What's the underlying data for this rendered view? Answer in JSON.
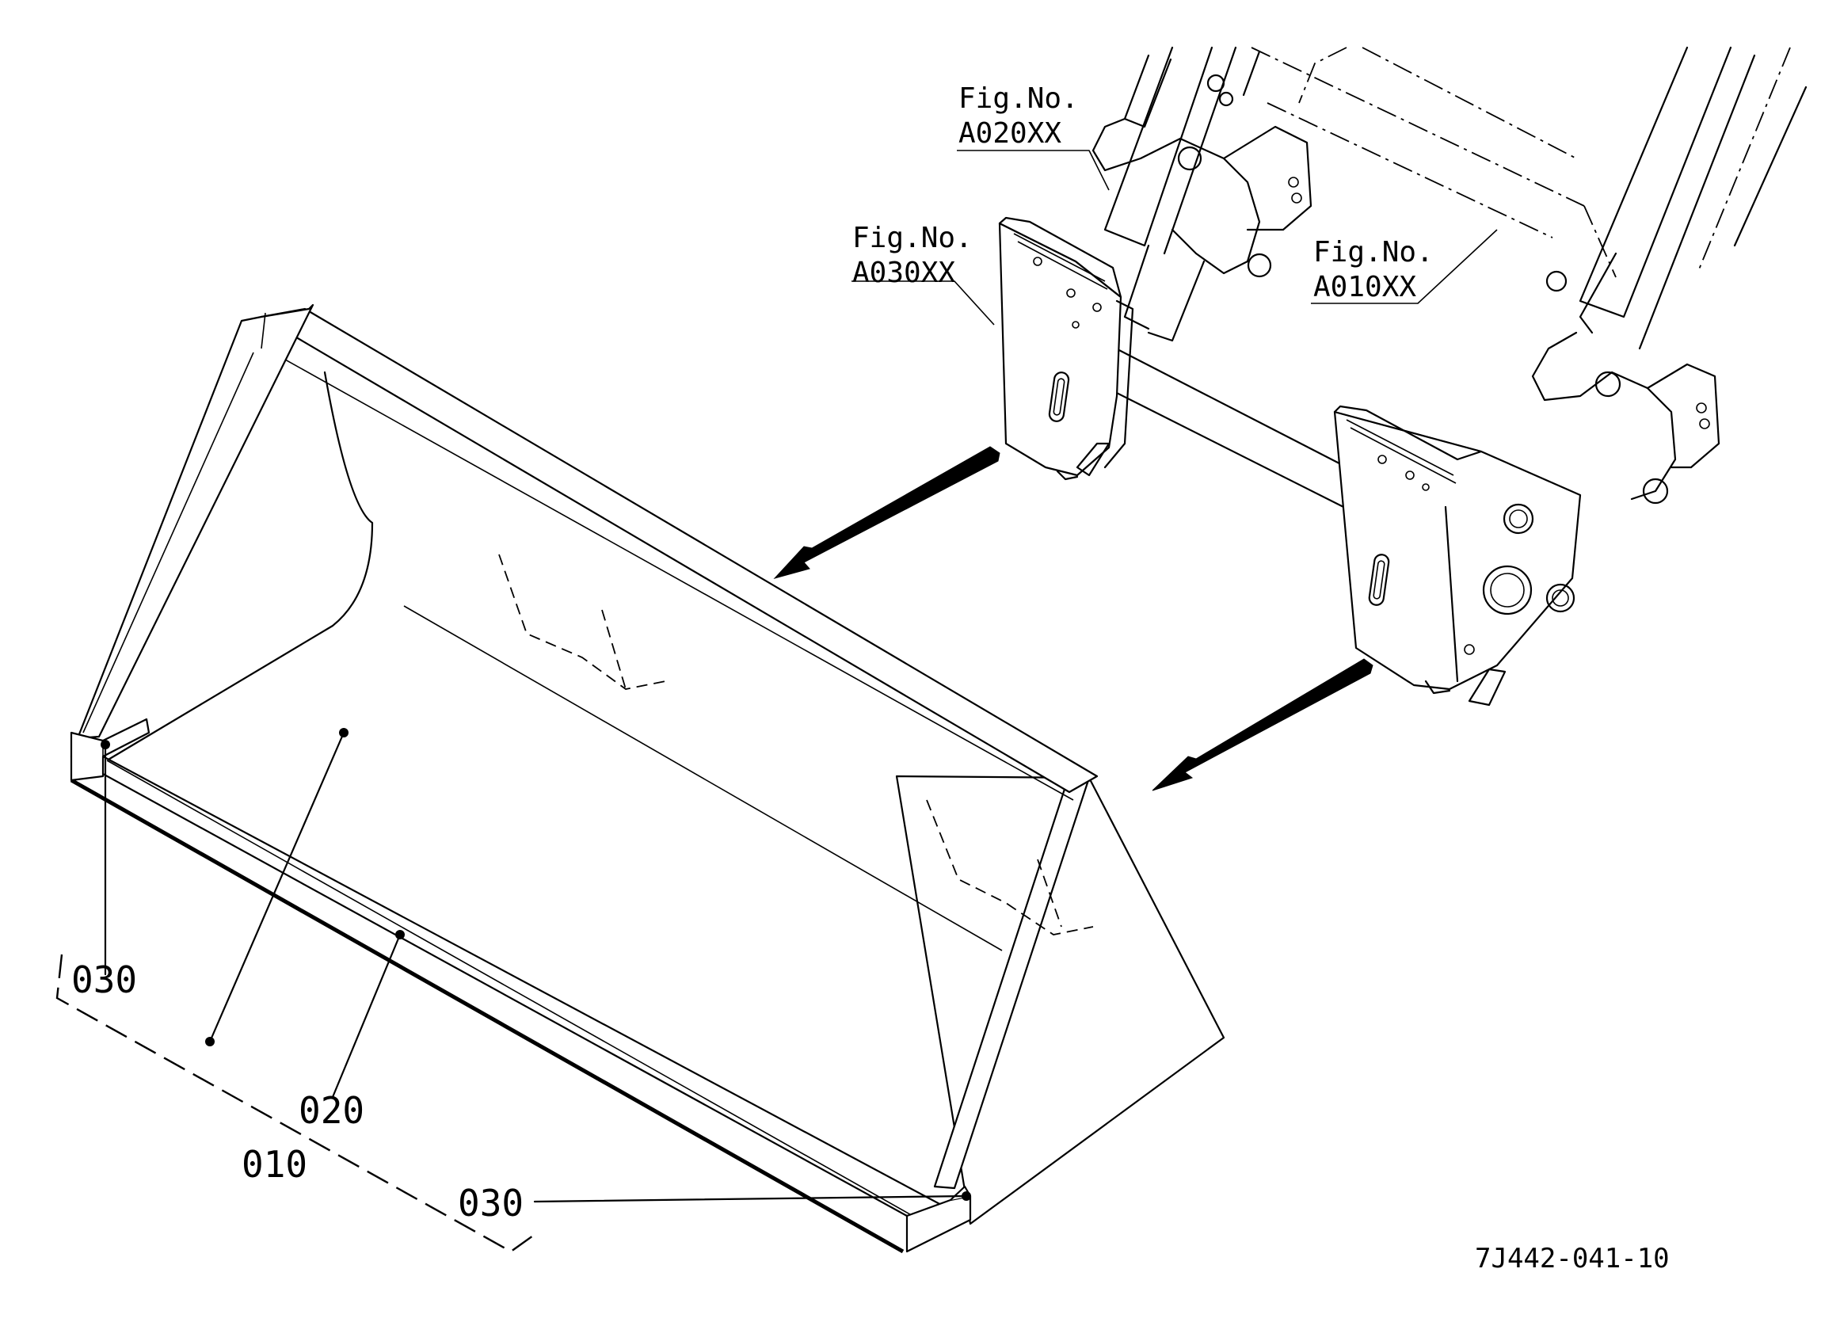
{
  "drawing_code": "7J442-041-10",
  "callouts": {
    "part_030_left": "030",
    "part_020": "020",
    "part_010": "010",
    "part_030_right": "030"
  },
  "figure_refs": [
    {
      "line1": "Fig.No.",
      "line2": "A020XX"
    },
    {
      "line1": "Fig.No.",
      "line2": "A030XX"
    },
    {
      "line1": "Fig.No.",
      "line2": "A010XX"
    }
  ]
}
